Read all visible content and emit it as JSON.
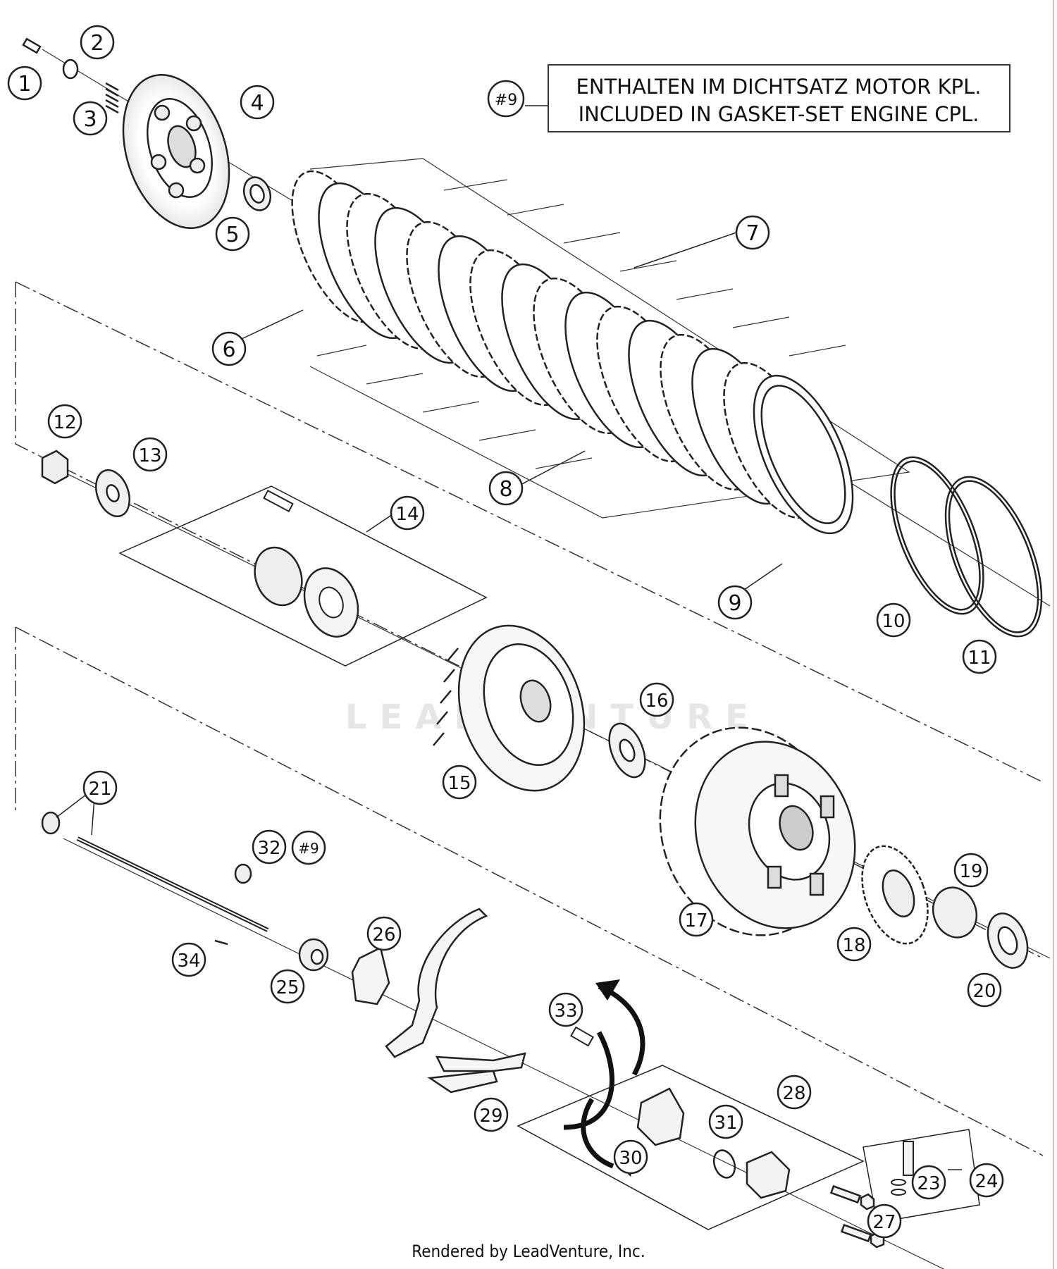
{
  "note": {
    "ref": "#9",
    "line1": "ENTHALTEN IM DICHTSATZ MOTOR KPL.",
    "line2": "INCLUDED IN GASKET-SET ENGINE CPL."
  },
  "labels": [
    "1",
    "2",
    "3",
    "4",
    "5",
    "6",
    "7",
    "8",
    "9",
    "10",
    "11",
    "12",
    "13",
    "14",
    "15",
    "16",
    "17",
    "18",
    "19",
    "20",
    "21",
    "23",
    "24",
    "25",
    "26",
    "27",
    "28",
    "29",
    "30",
    "31",
    "32",
    "33",
    "34"
  ],
  "ref_tag": "#9",
  "watermark": "LEADVENTURE",
  "footer": "Rendered by LeadVenture, Inc.",
  "colors": {
    "line": "#222222",
    "part_fill": "#f4f4f4",
    "watermark": "#e6e6e6"
  }
}
